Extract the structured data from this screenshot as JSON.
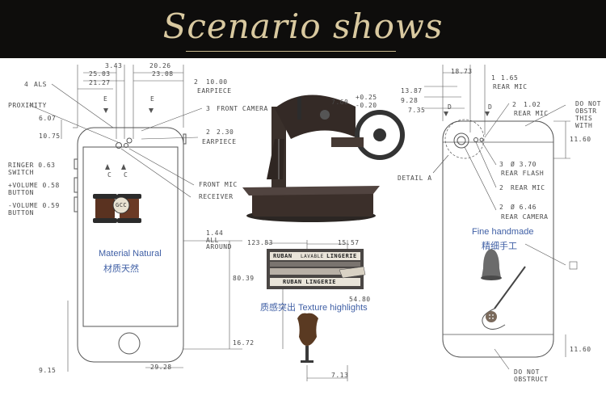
{
  "banner": {
    "title": "Scenario shows"
  },
  "captions": {
    "left_en": "Material Natural",
    "left_cn": "材质天然",
    "center": "质感突出 Texture highlights",
    "right_en": "Fine handmade",
    "right_cn": "精细手工"
  },
  "labels": {
    "spool_mark": "GCC",
    "box_top": "RUBAN",
    "box_mid": "LAVABLE",
    "box_lingerie": "LINGERIE",
    "box_bottom": "RUBAN LINGERIE"
  },
  "dims": {
    "d_3_43": "3.43",
    "d_25_03": "25.03",
    "d_21_27": "21.27",
    "d_20_26": "20.26",
    "d_23_08": "23.08",
    "d_10_00": "10.00",
    "earpiece": "EARPIECE",
    "front_camera": "FRONT CAMERA",
    "als": "ALS",
    "proximity": "PROXIMITY",
    "d_6_07": "6.07",
    "d_10_75": "10.75",
    "d_2_30": "2.30",
    "earpiece2": "EARPIECE",
    "ringer": "RINGER 0.63",
    "switch": "SWITCH",
    "vol_up": "+VOLUME 0.58",
    "button1": "BUTTON",
    "vol_down": "-VOLUME 0.59",
    "button2": "BUTTON",
    "front_mic": "FRONT MIC",
    "receiver": "RECEIVER",
    "d_1_44": "1.44",
    "all": "ALL",
    "around": "AROUND",
    "d_123_83": "123.83",
    "d_80_39": "80.39",
    "d_16_72": "16.72",
    "d_9_15": "9.15",
    "d_29_28": "29.28",
    "d_7_60": "7.60",
    "d_p025": "+0.25",
    "d_m020": "-0.20",
    "d_15_57": "15.57",
    "d_54_80": "54.80",
    "d_7_13": "7.13",
    "d_18_73": "18.73",
    "d_1_65": "1.65",
    "rear_mic": "REAR MIC",
    "d_13_87": "13.87",
    "d_9_28": "9.28",
    "d_7_35": "7.35",
    "d_1_02": "1.02",
    "rear_mic2": "REAR MIC",
    "do_not": "DO NOT",
    "obstr": "OBSTR",
    "this": "THIS",
    "with": "WITH",
    "d_11_60": "11.60",
    "d_3_70": "Ø 3.70",
    "rear_flash": "REAR FLASH",
    "rear_mic3": "REAR MIC",
    "d_6_46": "Ø 6.46",
    "rear_camera": "REAR CAMERA",
    "detail_a": "DETAIL A",
    "d_11_602": "11.60",
    "do_not2": "DO NOT",
    "obstruct": "OBSTRUCT",
    "num_4": "4",
    "num_2a": "2",
    "num_3a": "3",
    "num_2b": "2",
    "num_1": "1",
    "num_2c": "2",
    "num_2d": "2",
    "num_3b": "3",
    "num_2e": "2",
    "num_2f": "2",
    "letter_e1": "E",
    "letter_e2": "E",
    "letter_d1": "D",
    "letter_d2": "D",
    "letter_c1": "C",
    "letter_c2": "C"
  }
}
